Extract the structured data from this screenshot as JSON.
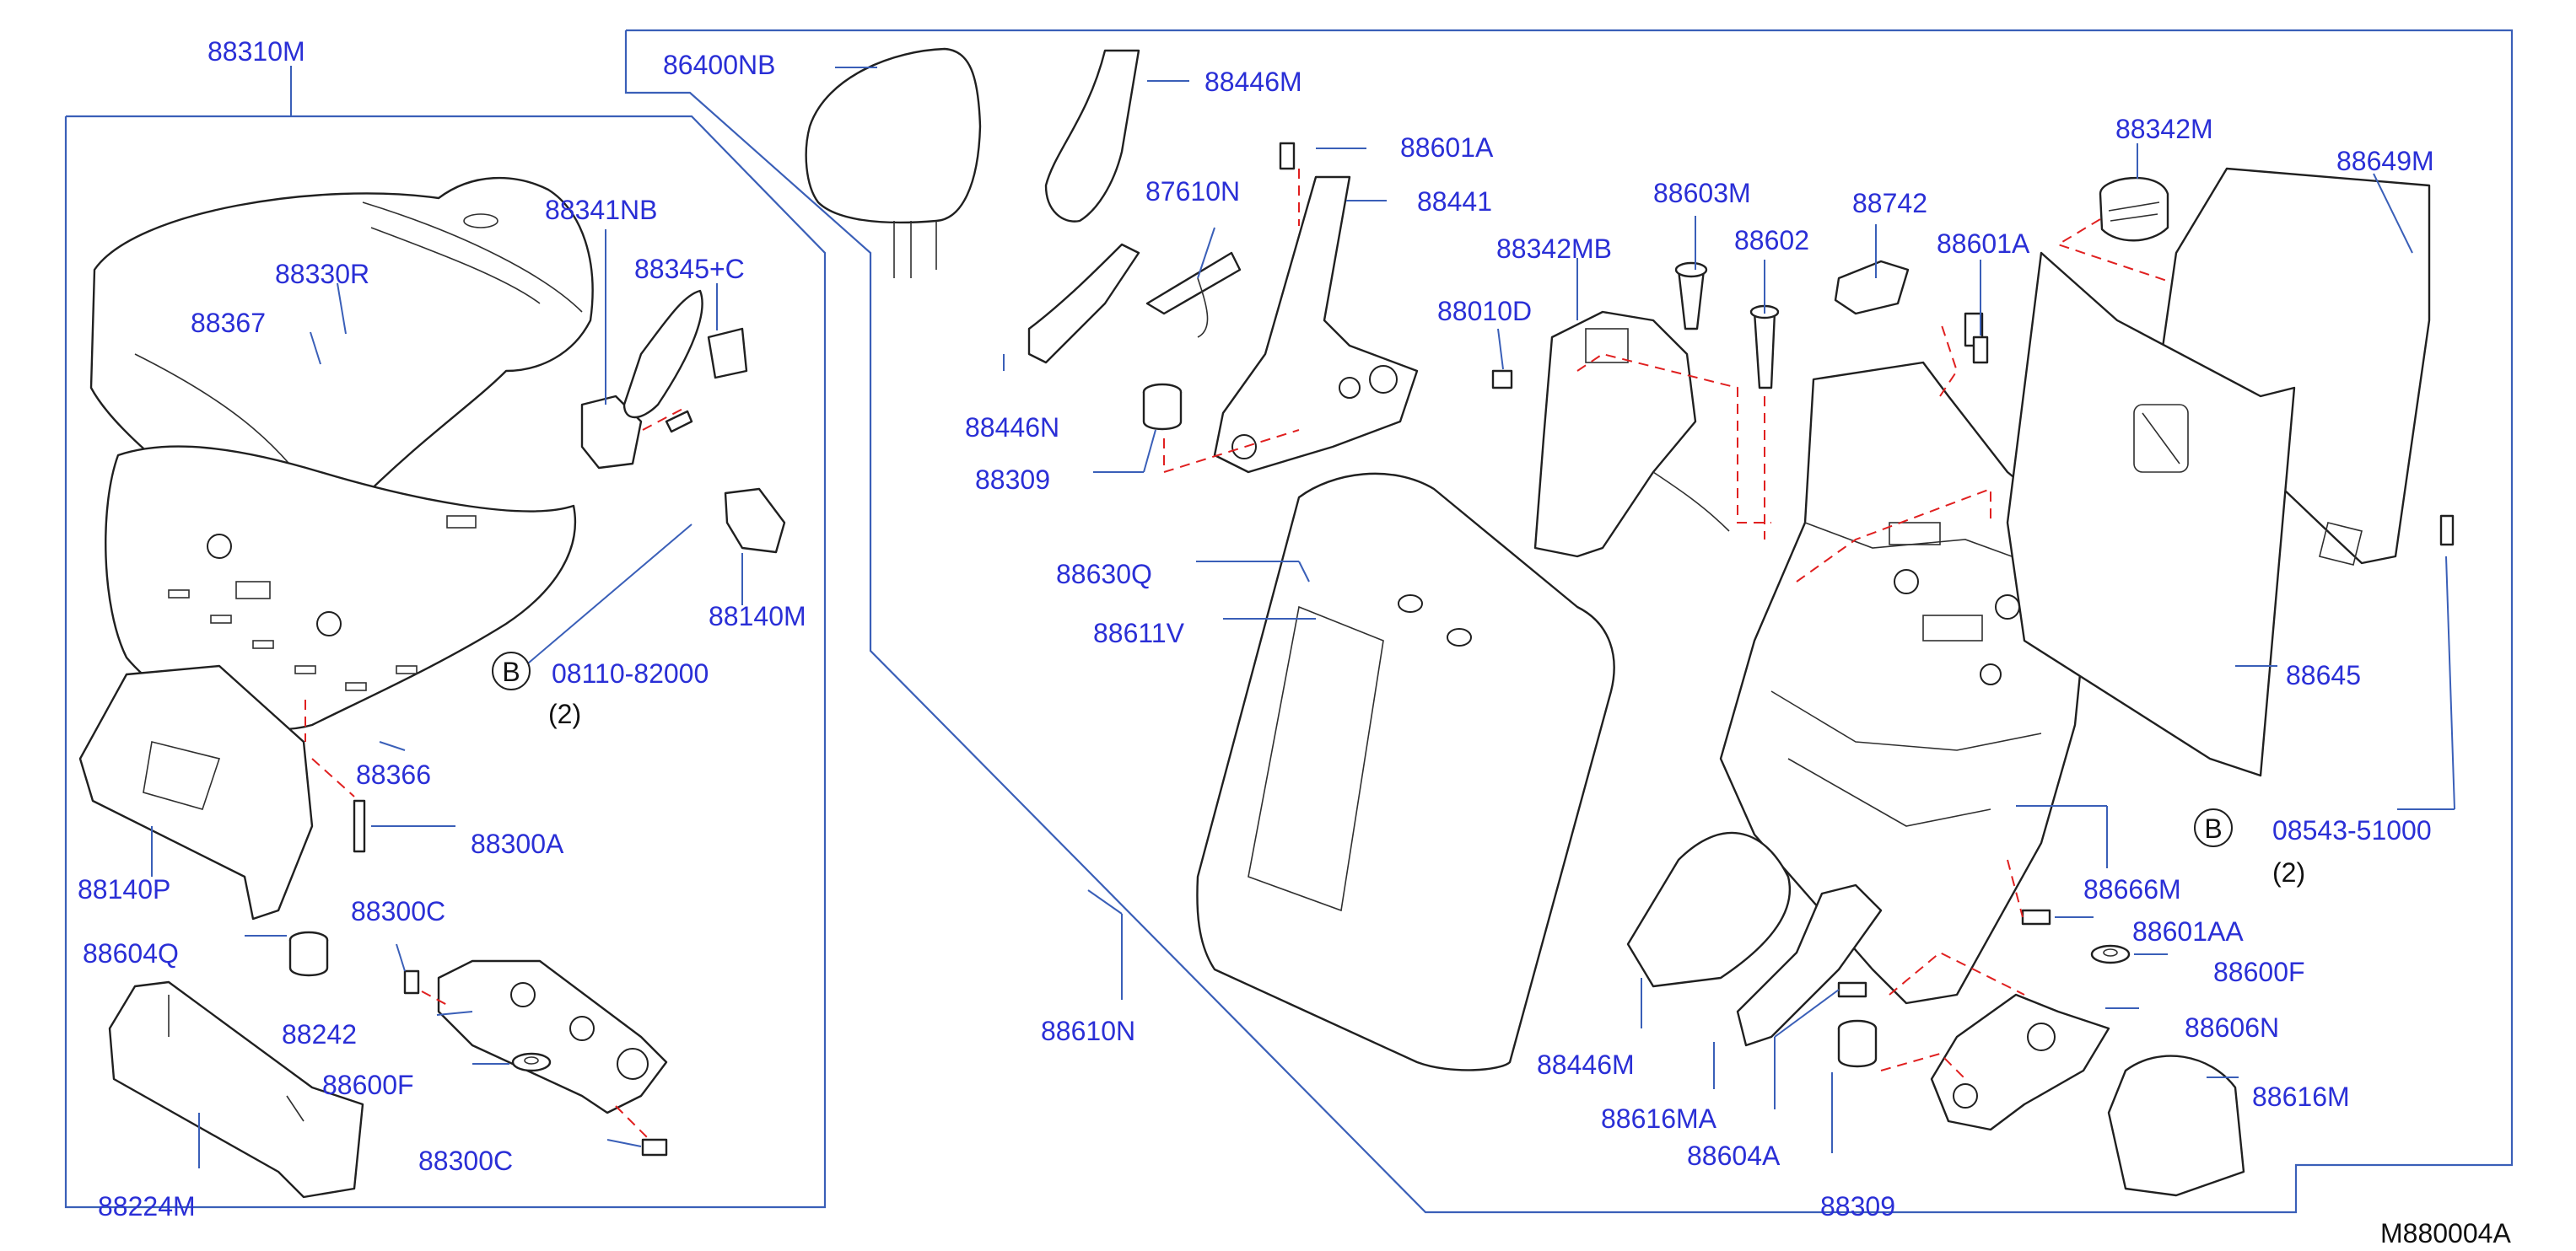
{
  "diagram": {
    "drawing_code": "M880004A",
    "groups": {
      "cushion": "88310M",
      "back": "86400NB"
    },
    "part_labels": [
      {
        "id": "cushion-assembly",
        "text": "88310M"
      },
      {
        "id": "cushion-trim-clip",
        "text": "88330R"
      },
      {
        "id": "cushion-clip",
        "text": "88367"
      },
      {
        "id": "latch-bracket",
        "text": "88341NB"
      },
      {
        "id": "strap-cover",
        "text": "88345+C"
      },
      {
        "id": "striker-cover",
        "text": "88140M"
      },
      {
        "id": "cushion-frame",
        "text": "88366"
      },
      {
        "id": "cushion-bolt",
        "text": "88300A"
      },
      {
        "id": "cushion-bracket",
        "text": "88140P"
      },
      {
        "id": "stopper-left",
        "text": "88604Q"
      },
      {
        "id": "hinge-bolt-upper",
        "text": "88300C"
      },
      {
        "id": "hinge-bracket",
        "text": "88242"
      },
      {
        "id": "washer-left",
        "text": "88600F"
      },
      {
        "id": "hinge-bolt-lower",
        "text": "88300C"
      },
      {
        "id": "hinge-cover",
        "text": "88224M"
      },
      {
        "id": "headrest",
        "text": "86400NB"
      },
      {
        "id": "cable-cover",
        "text": "88446M"
      },
      {
        "id": "lock-bolt-upper",
        "text": "88601A"
      },
      {
        "id": "release-lever",
        "text": "88441"
      },
      {
        "id": "release-cable",
        "text": "87610N"
      },
      {
        "id": "lever-cover",
        "text": "88446N"
      },
      {
        "id": "stopper-upper",
        "text": "88309"
      },
      {
        "id": "back-clip-1",
        "text": "88630Q"
      },
      {
        "id": "back-clip-2",
        "text": "88611V"
      },
      {
        "id": "back-trim",
        "text": "88610N"
      },
      {
        "id": "headrest-guide",
        "text": "88342MB"
      },
      {
        "id": "guide-bolt",
        "text": "88010D"
      },
      {
        "id": "guide-lock",
        "text": "88603M"
      },
      {
        "id": "headrest-sleeve",
        "text": "88602"
      },
      {
        "id": "back-lock-clip",
        "text": "88742"
      },
      {
        "id": "frame-bolt-upper",
        "text": "88601A"
      },
      {
        "id": "guide-knob",
        "text": "88342M"
      },
      {
        "id": "back-board",
        "text": "88649M"
      },
      {
        "id": "board-panel",
        "text": "88645"
      },
      {
        "id": "back-frame",
        "text": "88666M"
      },
      {
        "id": "frame-bolt-lower",
        "text": "88601AA"
      },
      {
        "id": "washer-right",
        "text": "88600F"
      },
      {
        "id": "back-hinge",
        "text": "88606N"
      },
      {
        "id": "hinge-cover-right",
        "text": "88616M"
      },
      {
        "id": "side-cover",
        "text": "88446M"
      },
      {
        "id": "side-finisher",
        "text": "88616MA"
      },
      {
        "id": "stopper-right",
        "text": "88604A"
      },
      {
        "id": "stopper-lower",
        "text": "88309"
      }
    ],
    "bolt_callouts": [
      {
        "id": "callout-left",
        "letter": "B",
        "part": "08110-82000",
        "qty": "(2)"
      },
      {
        "id": "callout-right",
        "letter": "B",
        "part": "08543-51000",
        "qty": "(2)"
      }
    ]
  }
}
